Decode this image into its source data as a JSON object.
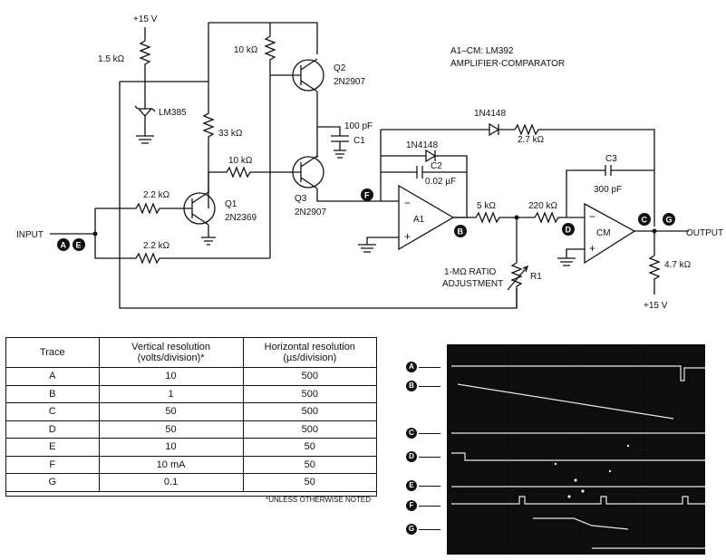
{
  "schematic": {
    "supply": "+15 V",
    "r_15k": "1.5 kΩ",
    "r_10k_q2": "10 kΩ",
    "q2_name": "Q2",
    "q2_part": "2N2907",
    "zener": "LM385",
    "r_33k": "33 kΩ",
    "cap_100p": "100 pF",
    "c1": "C1",
    "r_10k_mid": "10 kΩ",
    "q3_name": "Q3",
    "q3_part": "2N2907",
    "r_22k_top": "2.2 kΩ",
    "r_22k_bot": "2.2 kΩ",
    "q1_name": "Q1",
    "q1_part": "2N2369",
    "input": "INPUT",
    "title1": "A1–CM: LM392",
    "title2": "AMPLIFIER-COMPARATOR",
    "diode_top": "1N4148",
    "r_27k": "2.7 kΩ",
    "diode_fb": "1N4148",
    "c2": "C2",
    "cap_002": "0.02 µF",
    "amp_a1": "A1",
    "r_5k": "5 kΩ",
    "r_220k": "220 kΩ",
    "c3": "C3",
    "cap_300p": "300 pF",
    "cm": "CM",
    "output": "OUTPUT",
    "r_47k": "4.7 kΩ",
    "supply2": "+15 V",
    "ratio1": "1-MΩ RATIO",
    "ratio2": "ADJUSTMENT",
    "r1": "R1",
    "minus": "−",
    "plus": "+",
    "node_a": "A",
    "node_b": "B",
    "node_c": "C",
    "node_d": "D",
    "node_e": "E",
    "node_f": "F",
    "node_g": "G"
  },
  "table": {
    "headers": [
      "Trace",
      "Vertical resolution (volts/division)*",
      "Horizontal resolution (µs/division)"
    ],
    "rows": [
      [
        "A",
        "10",
        "500"
      ],
      [
        "B",
        "1",
        "500"
      ],
      [
        "C",
        "50",
        "500"
      ],
      [
        "D",
        "50",
        "500"
      ],
      [
        "E",
        "10",
        "50"
      ],
      [
        "F",
        "10 mA",
        "50"
      ],
      [
        "G",
        "0.1",
        "50"
      ]
    ],
    "note": "*UNLESS OTHERWISE NOTED"
  },
  "scope": {
    "labels": [
      "A",
      "B",
      "C",
      "D",
      "E",
      "F",
      "G"
    ]
  }
}
